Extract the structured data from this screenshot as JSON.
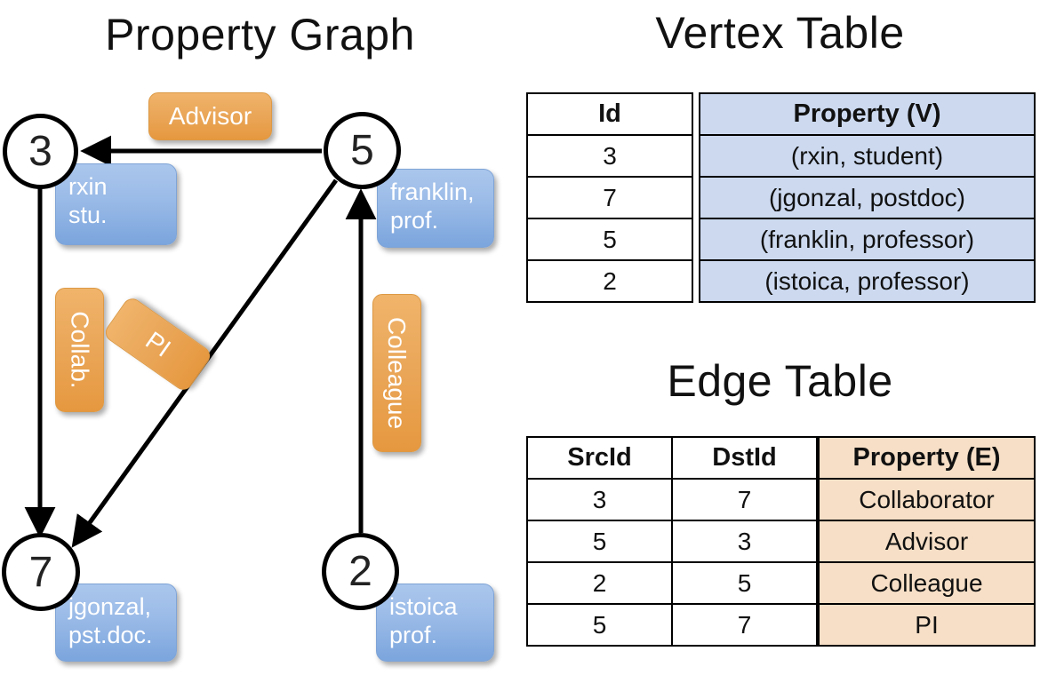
{
  "titles": {
    "property_graph": "Property Graph",
    "vertex_table": "Vertex Table",
    "edge_table": "Edge Table"
  },
  "colors": {
    "vertex_property_fill": "#ccd9ef",
    "edge_property_fill": "#f6dfc6",
    "bubble_blue": "#9cbce8",
    "bubble_orange": "#eaa75a",
    "stroke": "#000000"
  },
  "graph": {
    "vertices": [
      {
        "id": "3",
        "property_lines": [
          "rxin",
          "stu."
        ]
      },
      {
        "id": "5",
        "property_lines": [
          "franklin,",
          "prof."
        ]
      },
      {
        "id": "7",
        "property_lines": [
          "jgonzal,",
          "pst.doc."
        ]
      },
      {
        "id": "2",
        "property_lines": [
          "istoica",
          "prof."
        ]
      }
    ],
    "edges": [
      {
        "label": "Advisor",
        "src": "5",
        "dst": "3"
      },
      {
        "label": "Collab.",
        "src": "3",
        "dst": "7"
      },
      {
        "label": "PI",
        "src": "5",
        "dst": "7"
      },
      {
        "label": "Colleague",
        "src": "2",
        "dst": "5"
      }
    ]
  },
  "vertex_table": {
    "headers": [
      "Id",
      "Property (V)"
    ],
    "rows": [
      {
        "id": "3",
        "property": "(rxin, student)"
      },
      {
        "id": "7",
        "property": "(jgonzal, postdoc)"
      },
      {
        "id": "5",
        "property": "(franklin, professor)"
      },
      {
        "id": "2",
        "property": "(istoica, professor)"
      }
    ]
  },
  "edge_table": {
    "headers": [
      "SrcId",
      "DstId",
      "Property (E)"
    ],
    "rows": [
      {
        "src": "3",
        "dst": "7",
        "property": "Collaborator"
      },
      {
        "src": "5",
        "dst": "3",
        "property": "Advisor"
      },
      {
        "src": "2",
        "dst": "5",
        "property": "Colleague"
      },
      {
        "src": "5",
        "dst": "7",
        "property": "PI"
      }
    ]
  }
}
